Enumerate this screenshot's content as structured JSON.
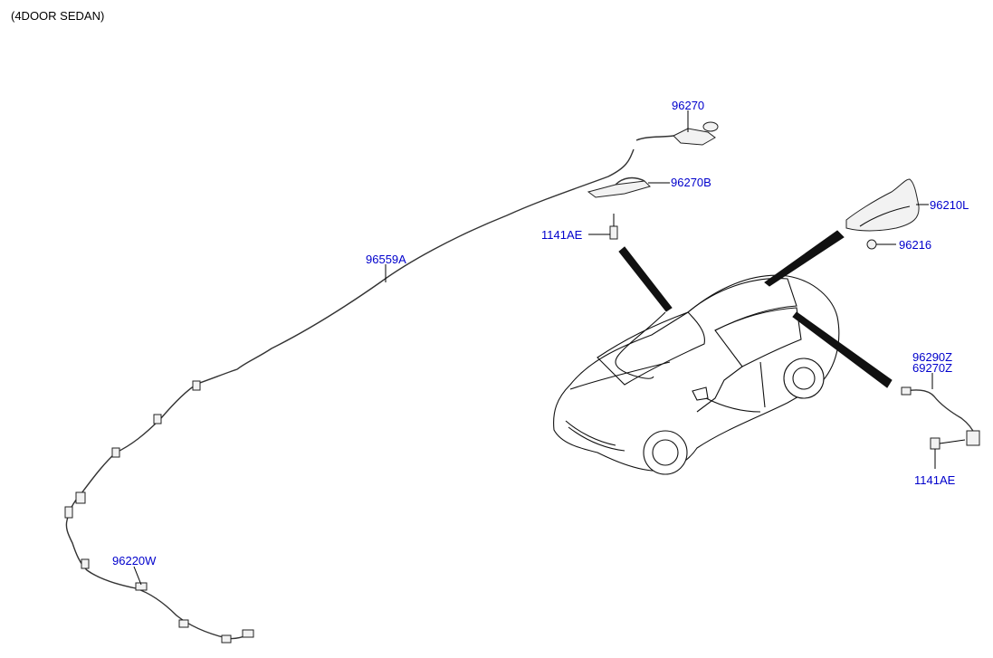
{
  "header": {
    "title": "(4DOOR SEDAN)"
  },
  "labels": {
    "p96270": "96270",
    "p96270B": "96270B",
    "p1141AE_top": "1141AE",
    "p96559A": "96559A",
    "p96210L": "96210L",
    "p96216": "96216",
    "p96290Z": "96290Z",
    "p69270Z": "69270Z",
    "p1141AE_right": "1141AE",
    "p96220W": "96220W"
  },
  "colors": {
    "label": "#0000cc",
    "line": "#000000"
  }
}
